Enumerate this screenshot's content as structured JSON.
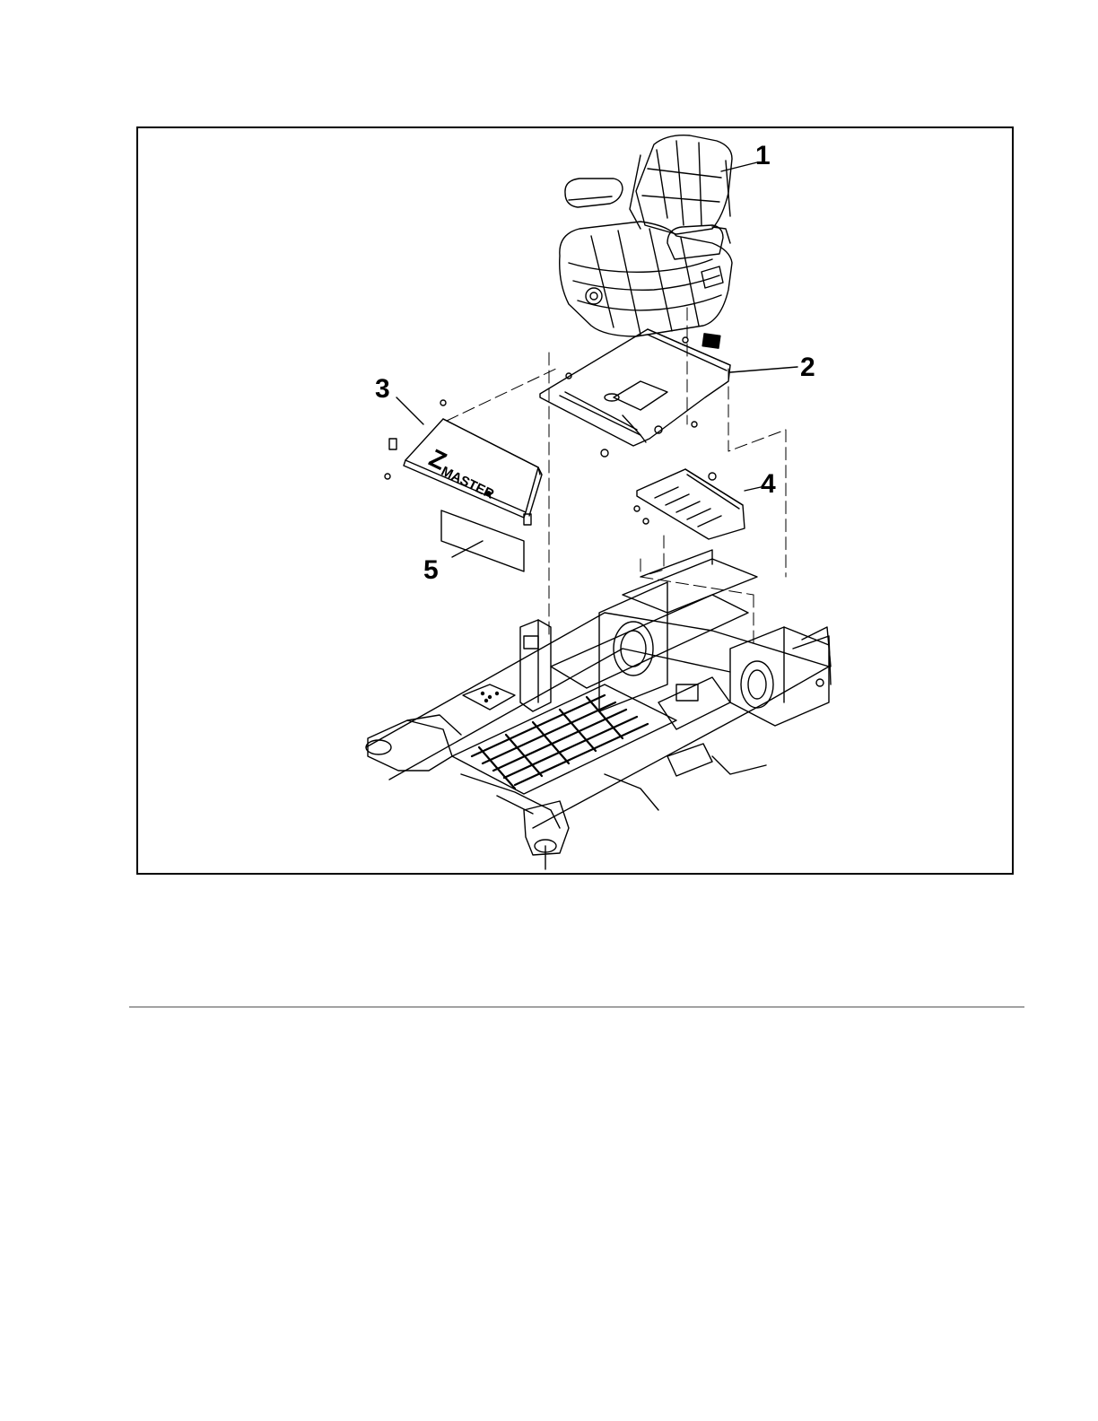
{
  "figure": {
    "callouts": [
      {
        "id": "1",
        "part": "seat"
      },
      {
        "id": "2",
        "part": "seat-mount-plate"
      },
      {
        "id": "3",
        "part": "seat-front-cover"
      },
      {
        "id": "4",
        "part": "bracket-plate"
      },
      {
        "id": "5",
        "part": "decal"
      }
    ],
    "cover_logo": {
      "z": "Z",
      "word": "MASTER"
    }
  }
}
